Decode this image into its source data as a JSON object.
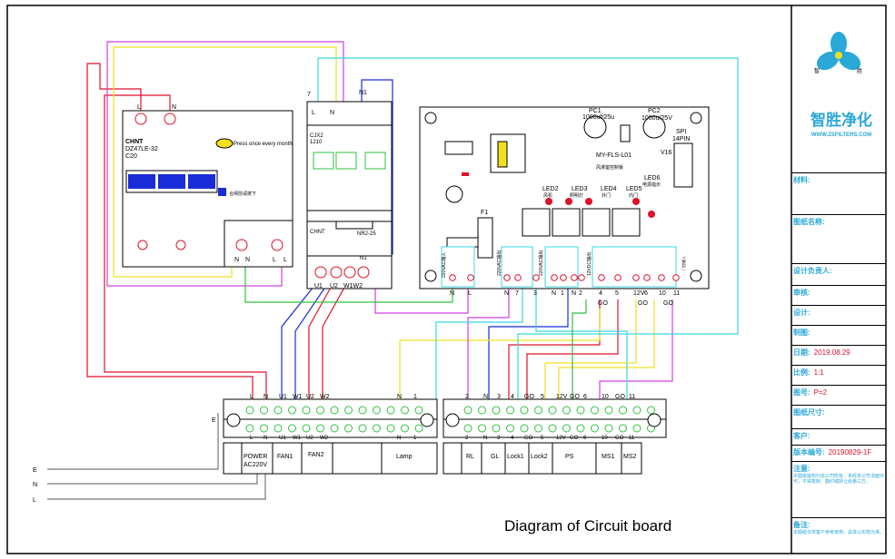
{
  "title": "Diagram of Circuit board",
  "breaker": {
    "brand": "CHNT",
    "model": "DZ47LE-32",
    "rating": "C20",
    "test_note": "Press once every month",
    "cn_note": "合闸前请按下",
    "top_L": "L",
    "top_N": "N",
    "bottom_labels": [
      "N",
      "N",
      "L",
      "L"
    ]
  },
  "contactor": {
    "model": "CJX2",
    "rating": "1210",
    "top_7": "7",
    "top_N1": "N1",
    "top_L": "L",
    "top_N": "N",
    "relay_brand": "CHNT",
    "relay_model": "NR2-25",
    "relay_N1": "N1",
    "bottom_labels": [
      "U1",
      "U2",
      "W1W2"
    ]
  },
  "board": {
    "pc1": "PC1",
    "pc1_val": "1000uf/25u",
    "pc2": "PC2",
    "pc2_val": "1000u/25V",
    "model": "MY-FLS-L01",
    "model_cn": "风淋室控制板",
    "spi": "SPI",
    "spi_pins": "14PIN",
    "v16": "V16",
    "fuse": "F1",
    "leds": [
      {
        "name": "LED2",
        "cn": "风机"
      },
      {
        "name": "LED3",
        "cn": "照明灯"
      },
      {
        "name": "LED4",
        "cn": "外门"
      },
      {
        "name": "LED5",
        "cn": "内门"
      },
      {
        "name": "LED6",
        "cn": "电源指示"
      }
    ],
    "conn_220vac_in": "220VAC输入",
    "conn_220vac_out1": "220VAC输出",
    "conn_220vac_out2": "220VAC输出",
    "conn_12vdc": "12VDC输出",
    "conn_side": "门控输入",
    "pin_labels": [
      "N",
      "L",
      "N",
      "7",
      "3",
      "N",
      "1",
      "N",
      "2",
      "4",
      "5",
      "12V",
      "6",
      "10",
      "11"
    ],
    "go_labels": [
      "GO",
      "GO",
      "GO"
    ]
  },
  "terminal_left": {
    "top_labels": [
      "L",
      "N",
      "U1",
      "W1",
      "U2",
      "W2",
      "N",
      "1"
    ],
    "mid_labels": [
      "L",
      "N",
      "U1",
      "W1",
      "U2",
      "W2",
      "N",
      "1"
    ],
    "e_label": "E",
    "sections": [
      "POWER\nAC220V",
      "FAN1",
      "FAN2",
      "Lamp"
    ]
  },
  "terminal_right": {
    "top_labels": [
      "2",
      "N",
      "3",
      "4",
      "GO",
      "5",
      "12V",
      "GO",
      "6",
      "10",
      "GO",
      "11"
    ],
    "mid_labels": [
      "2",
      "N",
      "3",
      "4",
      "GO",
      "5",
      "12V",
      "GO",
      "6",
      "10",
      "GO",
      "11"
    ],
    "sections": [
      "RL",
      "GL",
      "Lock1",
      "Lock2",
      "PS",
      "MS1",
      "MS2"
    ]
  },
  "supply_labels": [
    "E",
    "N",
    "L"
  ],
  "title_block": {
    "brand": "智胜净化",
    "url": "WWW.ZSFILTERS.COM",
    "logo_left": "智",
    "logo_right": "胜",
    "rows": [
      {
        "label": "材料:",
        "value": ""
      },
      {
        "label": "图纸名称:",
        "value": ""
      },
      {
        "label": "设计负责人:",
        "value": ""
      },
      {
        "label": "审核:",
        "value": ""
      },
      {
        "label": "设计:",
        "value": ""
      },
      {
        "label": "制图:",
        "value": ""
      },
      {
        "label": "日期:",
        "value": "2019.08.29"
      },
      {
        "label": "比例:",
        "value": "1:1"
      },
      {
        "label": "图号:",
        "value": "P=2"
      },
      {
        "label": "图纸尺寸:",
        "value": ""
      },
      {
        "label": "客户:",
        "value": ""
      },
      {
        "label": "版本编号:",
        "value": "20190829-1F"
      },
      {
        "label": "注意:",
        "value": ""
      },
      {
        "label": "备注:",
        "value": ""
      }
    ],
    "note_text": "本图纸版权归本公司所有，未经本公司书面许可，不得复制、翻印或转让给第三方。",
    "remark_text": "本图纸仅供客户参考使用，具体以实物为准。"
  },
  "colors": {
    "red": "#e0102a",
    "blue": "#1a2bd8",
    "cyan": "#38d8e0",
    "yellow": "#f0e020",
    "magenta": "#d040e0",
    "green": "#30c040",
    "brand": "#2aa8d8"
  }
}
